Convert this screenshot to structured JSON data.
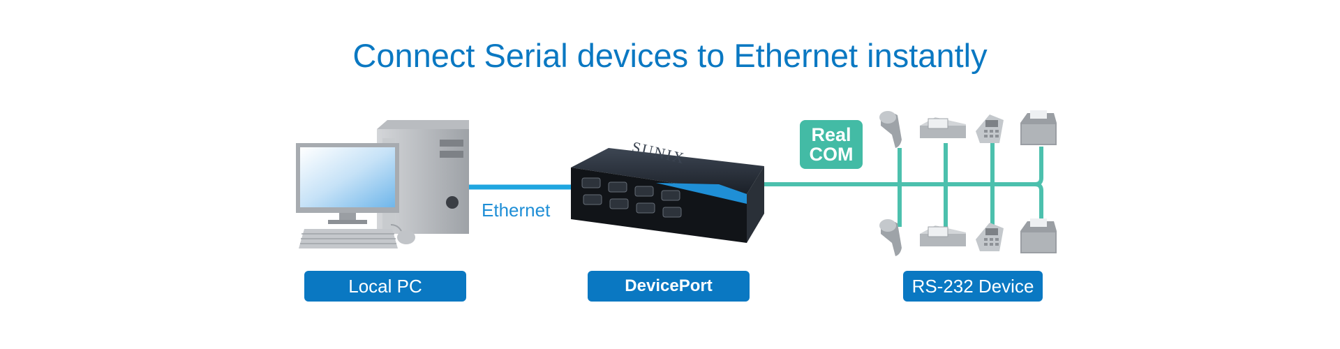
{
  "title": "Connect Serial devices to Ethernet instantly",
  "labels": {
    "local_pc": "Local PC",
    "deviceport": "DevicePort",
    "rs232": "RS-232 Device",
    "ethernet": "Ethernet"
  },
  "badge": {
    "line1": "Real",
    "line2": "COM"
  },
  "device_brand": "SUNIX",
  "colors": {
    "title": "#0a78c2",
    "label_bg": "#0a78c2",
    "ethernet_line": "#1fa6e0",
    "serial_line": "#4cc0ad",
    "realcom_bg": "#43bba5"
  },
  "icons": [
    "desktop-pc-icon",
    "deviceport-box-icon",
    "barcode-scanner-icon",
    "card-reader-icon",
    "payment-terminal-icon",
    "receipt-printer-icon"
  ]
}
